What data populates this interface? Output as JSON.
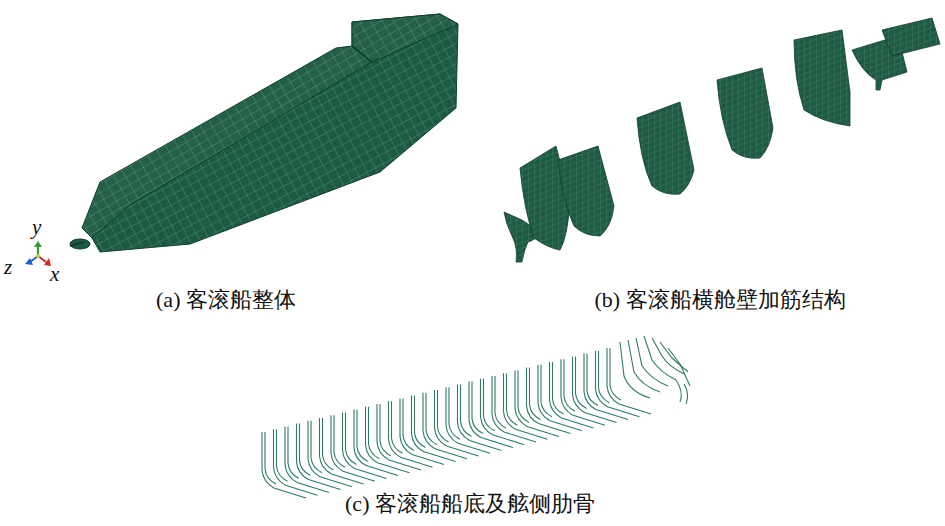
{
  "diagram": {
    "labels": [
      "y",
      "z",
      "x",
      "(a) 客滚船整体",
      "(b) 客滚船横舱壁加筋结构",
      "(c) 客滚船船底及舷侧肋骨"
    ]
  }
}
